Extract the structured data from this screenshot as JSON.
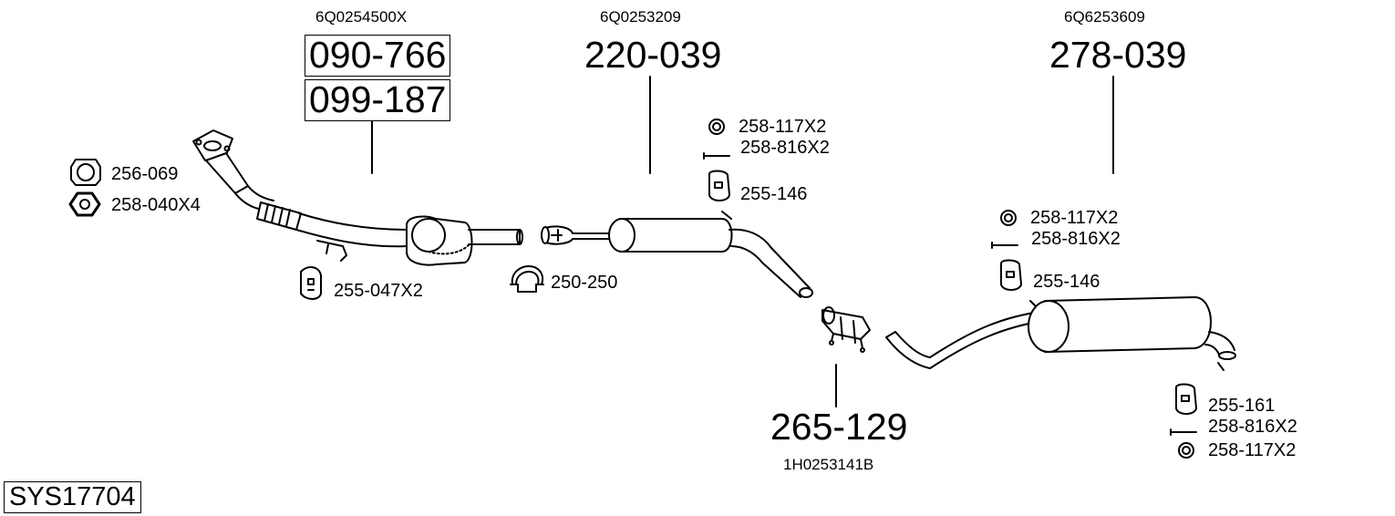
{
  "system_code": "SYS17704",
  "sections": {
    "front": {
      "oem": "6Q0254500X",
      "part_a": "090-766",
      "part_b": "099-187"
    },
    "middle": {
      "oem": "6Q0253209",
      "part": "220-039"
    },
    "connector": {
      "oem": "1H0253141B",
      "part": "265-129"
    },
    "rear": {
      "oem": "6Q6253609",
      "part": "278-039"
    }
  },
  "accessories": {
    "gasket": "256-069",
    "nut": "258-040X4",
    "hanger_front": "255-047X2",
    "clamp": "250-250",
    "mid_ring": "258-117X2",
    "mid_bolt": "258-816X2",
    "mid_hanger": "255-146",
    "rear_ring": "258-117X2",
    "rear_bolt": "258-816X2",
    "rear_hanger": "255-146",
    "tail_hanger": "255-161",
    "tail_bolt": "258-816X2",
    "tail_ring": "258-117X2"
  }
}
